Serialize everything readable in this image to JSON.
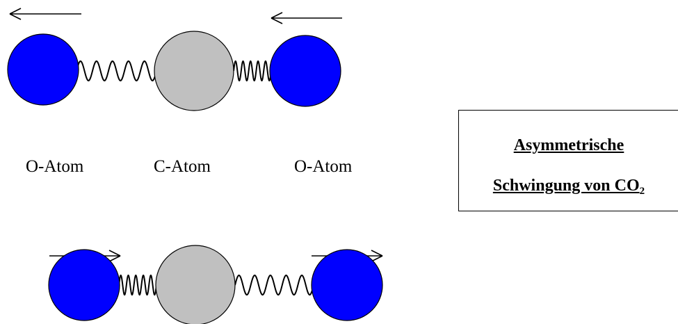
{
  "colors": {
    "oxygen": "#0000ff",
    "carbon": "#c0c0c0",
    "outline": "#000000"
  },
  "labels": {
    "oxygen_left": "O-Atom",
    "carbon": "C-Atom",
    "oxygen_right": "O-Atom"
  },
  "title": {
    "line1": "Asymmetrische",
    "line2_prefix": "Schwingung von CO",
    "line2_subscript": "2"
  }
}
